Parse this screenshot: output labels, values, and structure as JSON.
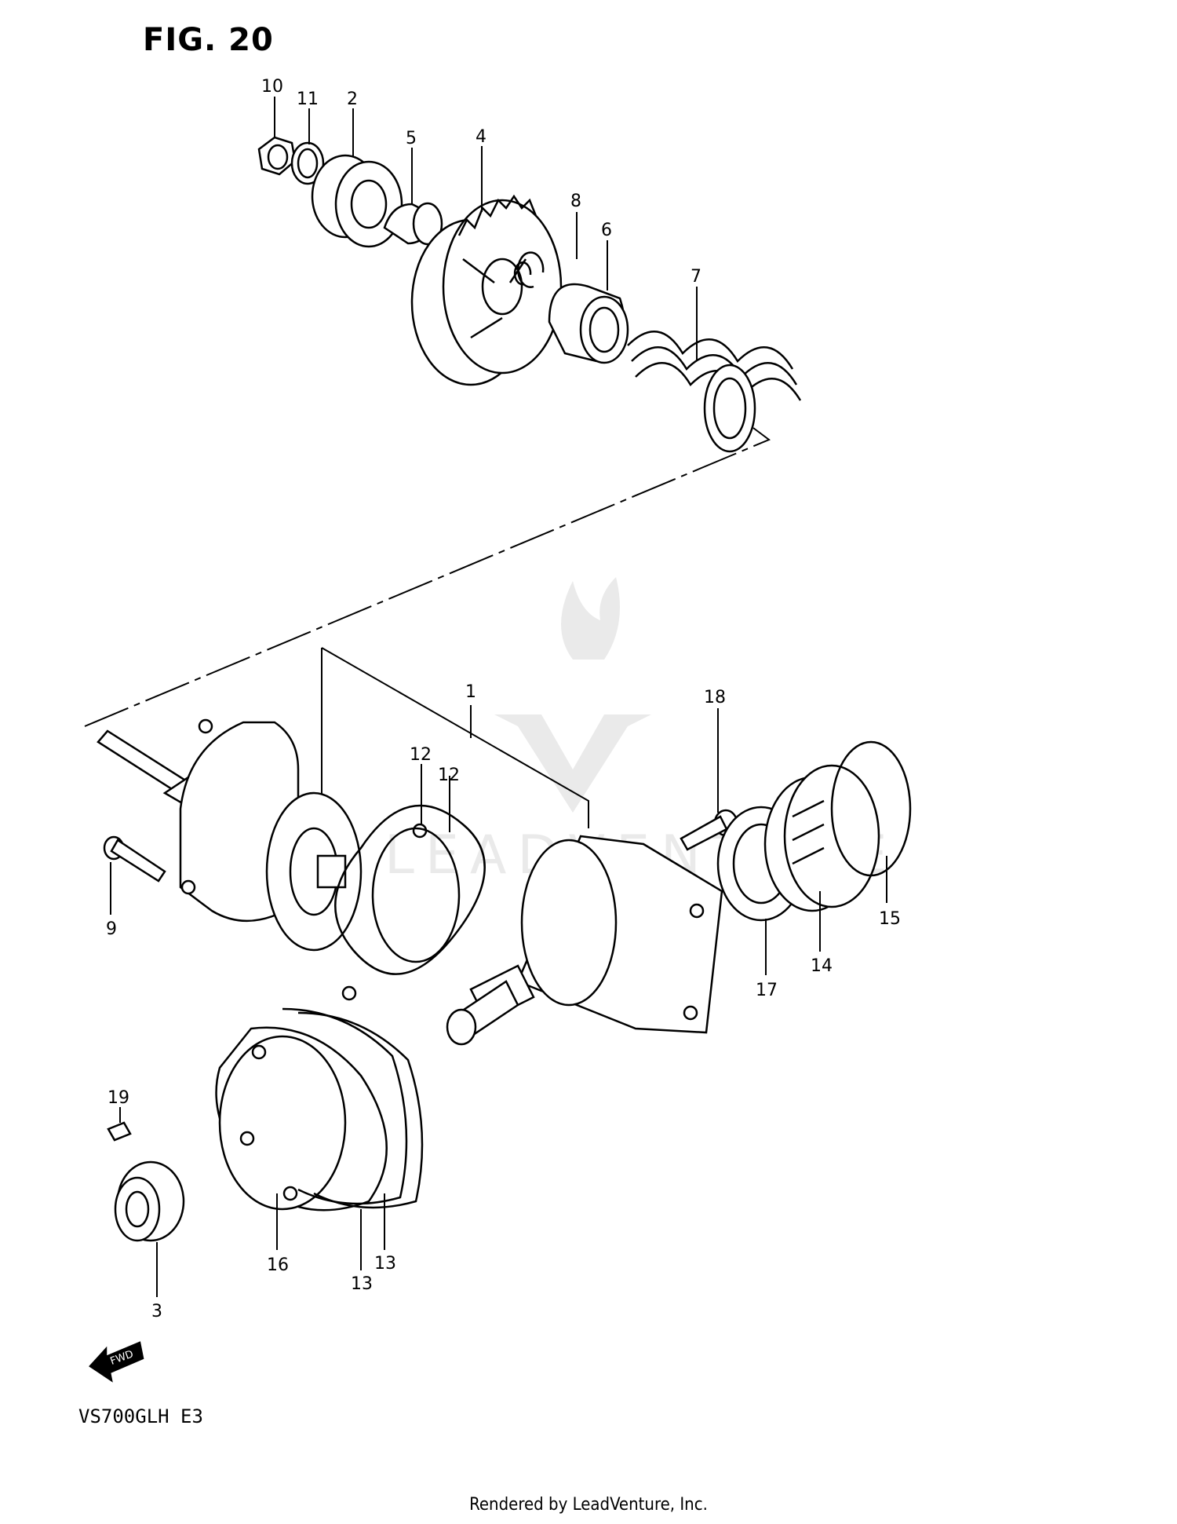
{
  "figure": {
    "title": "FIG. 20",
    "model_code": "VS700GLH E3",
    "footer": "Rendered by LeadVenture, Inc.",
    "watermark_text": "LEADVENTURE"
  },
  "callouts": [
    {
      "id": "c10",
      "label": "10"
    },
    {
      "id": "c11",
      "label": "11"
    },
    {
      "id": "c2",
      "label": "2"
    },
    {
      "id": "c5",
      "label": "5"
    },
    {
      "id": "c4",
      "label": "4"
    },
    {
      "id": "c8",
      "label": "8"
    },
    {
      "id": "c6",
      "label": "6"
    },
    {
      "id": "c7",
      "label": "7"
    },
    {
      "id": "c1",
      "label": "1"
    },
    {
      "id": "c18",
      "label": "18"
    },
    {
      "id": "c12a",
      "label": "12"
    },
    {
      "id": "c12b",
      "label": "12"
    },
    {
      "id": "c9",
      "label": "9"
    },
    {
      "id": "c15",
      "label": "15"
    },
    {
      "id": "c14",
      "label": "14"
    },
    {
      "id": "c17",
      "label": "17"
    },
    {
      "id": "c19",
      "label": "19"
    },
    {
      "id": "c16",
      "label": "16"
    },
    {
      "id": "c13a",
      "label": "13"
    },
    {
      "id": "c13b",
      "label": "13"
    },
    {
      "id": "c3",
      "label": "3"
    }
  ],
  "fwd_label": "FWD",
  "colors": {
    "ink": "#000000",
    "watermark": "#d9d9d9"
  }
}
